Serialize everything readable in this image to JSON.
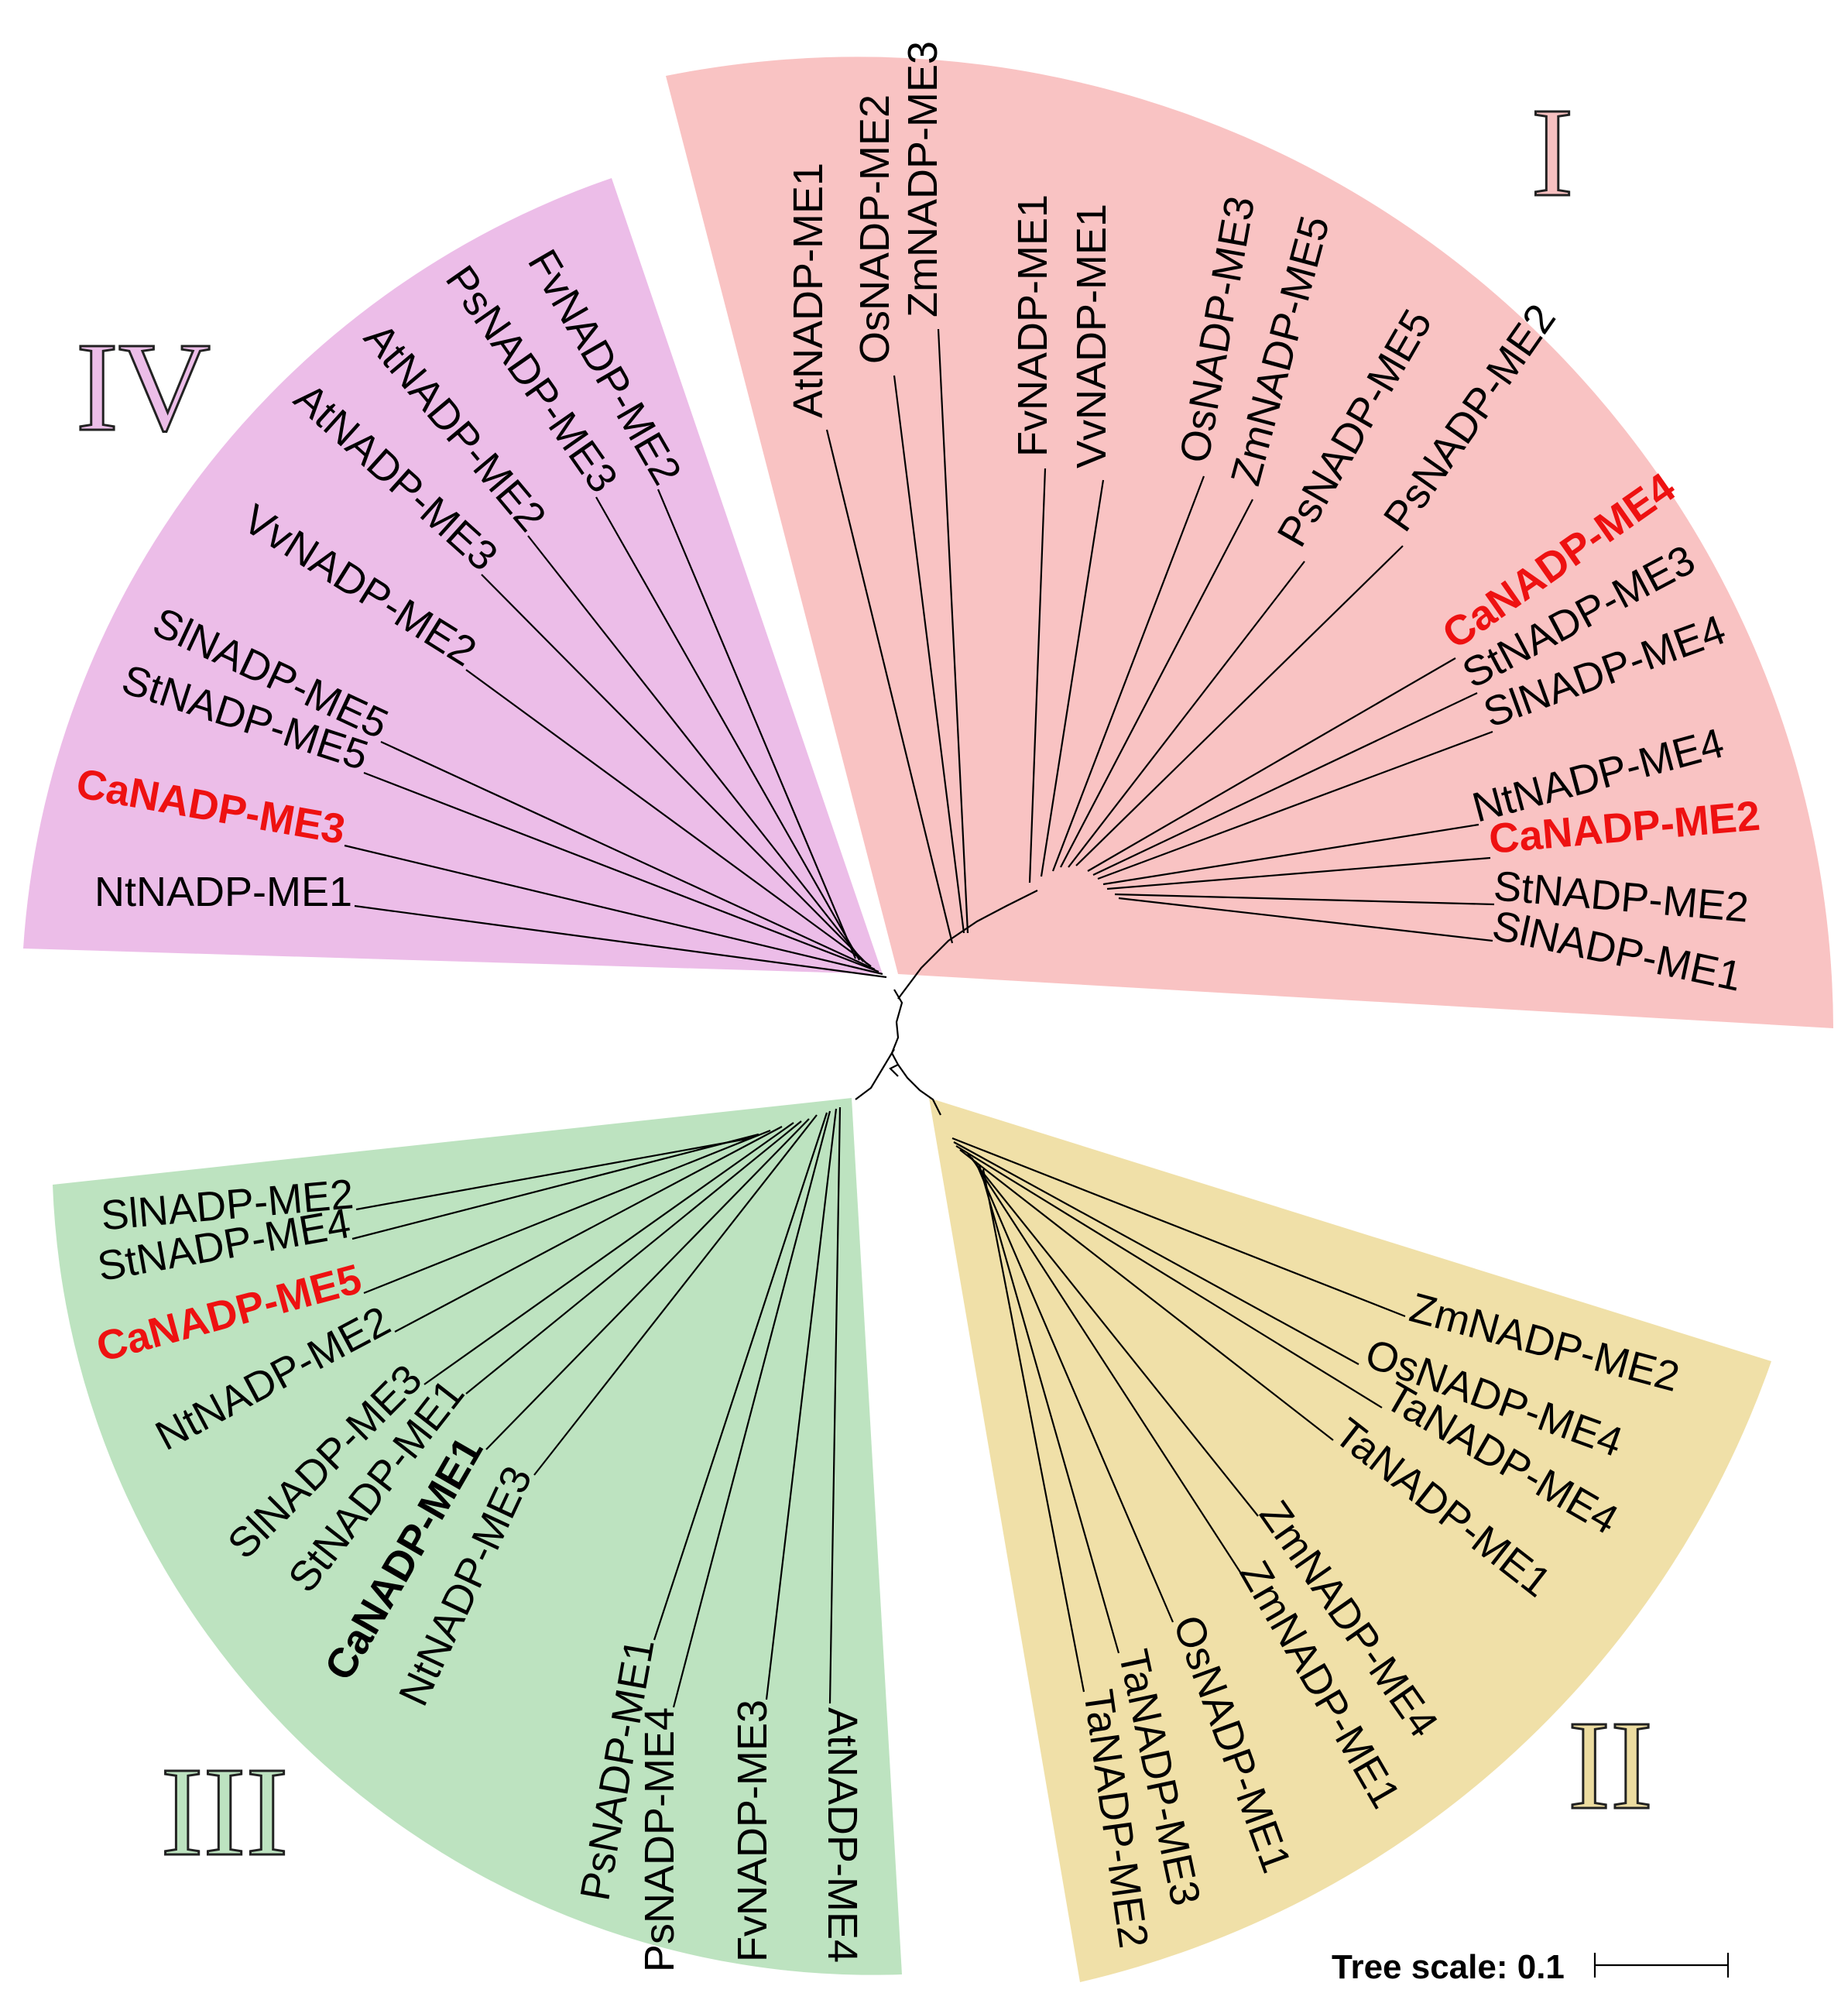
{
  "clades": [
    {
      "id": "I",
      "label": "I",
      "fill": "#f9c3c3",
      "numeral_color": "#f7c0c0"
    },
    {
      "id": "II",
      "label": "II",
      "fill": "#f0e0a8",
      "numeral_color": "#ecdca0"
    },
    {
      "id": "III",
      "label": "III",
      "fill": "#bde3c0",
      "numeral_color": "#bde3c0"
    },
    {
      "id": "IV",
      "label": "IV",
      "fill": "#ecbde8",
      "numeral_color": "#ecbde8"
    }
  ],
  "leaves": {
    "I": [
      {
        "label": "AtNADP-ME1",
        "style": "normal"
      },
      {
        "label": "OsNADP-ME2",
        "style": "normal"
      },
      {
        "label": "ZmNADP-ME3",
        "style": "normal"
      },
      {
        "label": "FvNADP-ME1",
        "style": "normal"
      },
      {
        "label": "VvNADP-ME1",
        "style": "normal"
      },
      {
        "label": "OsNADP-ME3",
        "style": "normal"
      },
      {
        "label": "ZmNADP-ME5",
        "style": "normal"
      },
      {
        "label": "PsNADP-ME5",
        "style": "normal"
      },
      {
        "label": "PsNADP-ME2",
        "style": "normal"
      },
      {
        "label": "CaNADP-ME4",
        "style": "red"
      },
      {
        "label": "StNADP-ME3",
        "style": "normal"
      },
      {
        "label": "SlNADP-ME4",
        "style": "normal"
      },
      {
        "label": "NtNADP-ME4",
        "style": "normal"
      },
      {
        "label": "CaNADP-ME2",
        "style": "red"
      },
      {
        "label": "StNADP-ME2",
        "style": "normal"
      },
      {
        "label": "SlNADP-ME1",
        "style": "normal"
      }
    ],
    "II": [
      {
        "label": "ZmNADP-ME2",
        "style": "normal"
      },
      {
        "label": "OsNADP-ME4",
        "style": "normal"
      },
      {
        "label": "TaNADP-ME4",
        "style": "normal"
      },
      {
        "label": "TaNADP-ME1",
        "style": "normal"
      },
      {
        "label": "ZmNADP-ME4",
        "style": "normal"
      },
      {
        "label": "ZmNADP-ME1",
        "style": "normal"
      },
      {
        "label": "OsNADP-ME1",
        "style": "normal"
      },
      {
        "label": "TaNADP-ME3",
        "style": "normal"
      },
      {
        "label": "TaNADP-ME2",
        "style": "normal"
      }
    ],
    "III": [
      {
        "label": "AtNADP-ME4",
        "style": "normal"
      },
      {
        "label": "FvNADP-ME3",
        "style": "normal"
      },
      {
        "label": "PsNADP-ME4",
        "style": "normal"
      },
      {
        "label": "PsNADP-ME1",
        "style": "normal"
      },
      {
        "label": "NtNADP-ME3",
        "style": "normal"
      },
      {
        "label": "CaNADP-ME1",
        "style": "bold"
      },
      {
        "label": "StNADP-ME1",
        "style": "normal"
      },
      {
        "label": "SlNADP-ME3",
        "style": "normal"
      },
      {
        "label": "NtNADP-ME2",
        "style": "normal"
      },
      {
        "label": "CaNADP-ME5",
        "style": "red"
      },
      {
        "label": "StNADP-ME4",
        "style": "normal"
      },
      {
        "label": "SlNADP-ME2",
        "style": "normal"
      }
    ],
    "IV": [
      {
        "label": "NtNADP-ME1",
        "style": "normal"
      },
      {
        "label": "CaNADP-ME3",
        "style": "red"
      },
      {
        "label": "StNADP-ME5",
        "style": "normal"
      },
      {
        "label": "SlNADP-ME5",
        "style": "normal"
      },
      {
        "label": "VvNADP-ME2",
        "style": "normal"
      },
      {
        "label": "AtNADP-ME3",
        "style": "normal"
      },
      {
        "label": "AtNADP-ME2",
        "style": "normal"
      },
      {
        "label": "PsNADP-ME3",
        "style": "normal"
      },
      {
        "label": "FvNADP-ME2",
        "style": "normal"
      }
    ]
  },
  "scale": {
    "label": "Tree scale: 0.1"
  }
}
